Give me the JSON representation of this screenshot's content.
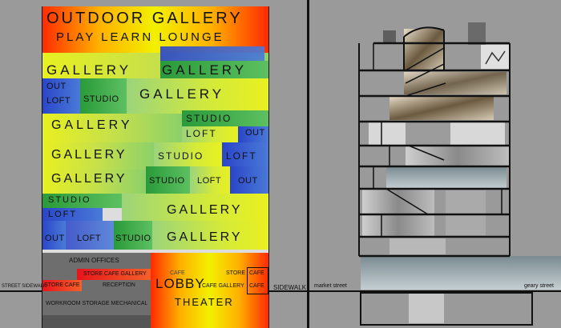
{
  "left_panel": {
    "title_line1": "OUTDOOR GALLERY",
    "title_line2": "PLAY LEARN LOUNGE",
    "labels": {
      "gallery": "GALLERY",
      "studio": "STUDIO",
      "loft": "LOFT",
      "out": "OUT",
      "admin_offices": "ADMIN OFFICES",
      "store_cafe_gallery": "STORE CAFE GALLERY",
      "store_cafe": "STORE CAFE",
      "reception": "RECEPTION",
      "workroom_storage_mechanical": "WORKROOM STORAGE MECHANICAL",
      "lobby": "LOBBY",
      "theater": "THEATER",
      "cafe": "CAFE",
      "store": "STORE",
      "cafe_gallery": "CAFE GALLERY",
      "street_sidewalk": "STREET SIDEWALK",
      "sidewalk": "SIDEWALK"
    }
  },
  "right_panel": {
    "market_street": "market street",
    "geary_street": "geary street"
  },
  "colors": {
    "background": "#9a9a9a",
    "red": "#e8141a",
    "orange": "#ffb000",
    "yellow": "#f2f000",
    "green": "#2a9a3a",
    "blue": "#2a45c8"
  }
}
